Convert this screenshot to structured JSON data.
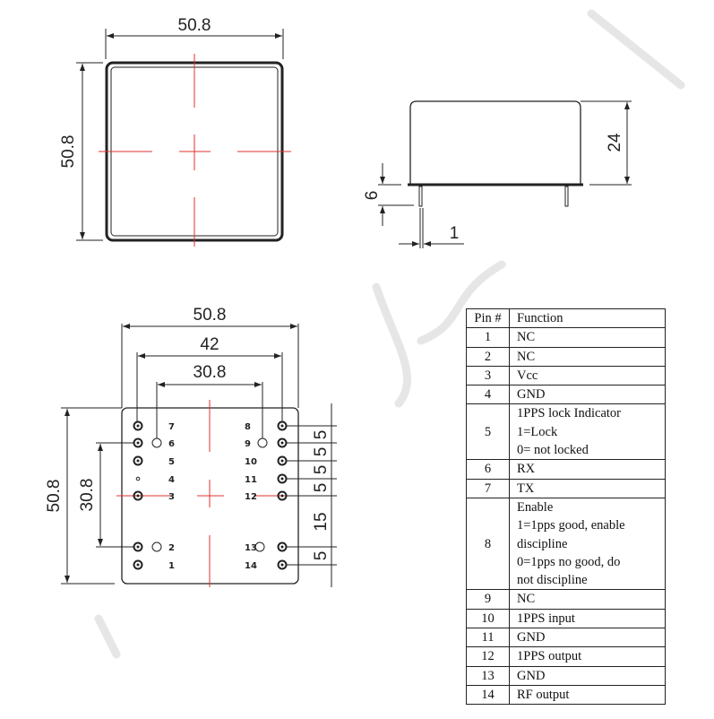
{
  "top_view": {
    "width_label": "50.8",
    "height_label": "50.8"
  },
  "side_view": {
    "height_label": "24",
    "pin_length_label": "6",
    "pin_diameter_label": "1"
  },
  "bottom_view": {
    "width_label": "50.8",
    "pin_row_label": "42",
    "inner_label": "30.8",
    "height_label": "50.8",
    "inner_height_label": "30.8",
    "spacing_labels": [
      "5",
      "5",
      "5",
      "5",
      "15",
      "5"
    ],
    "left_pins": [
      "7",
      "6",
      "5",
      "4",
      "3",
      "2",
      "1"
    ],
    "right_pins": [
      "8",
      "9",
      "10",
      "11",
      "12",
      "13",
      "14"
    ]
  },
  "pin_table": {
    "headers": [
      "Pin #",
      "Function"
    ],
    "rows": [
      {
        "pin": "1",
        "function": [
          "NC"
        ]
      },
      {
        "pin": "2",
        "function": [
          "NC"
        ]
      },
      {
        "pin": "3",
        "function": [
          "Vcc"
        ]
      },
      {
        "pin": "4",
        "function": [
          "GND"
        ]
      },
      {
        "pin": "5",
        "function": [
          "1PPS lock Indicator",
          "1=Lock",
          "0= not locked"
        ]
      },
      {
        "pin": "6",
        "function": [
          "RX"
        ]
      },
      {
        "pin": "7",
        "function": [
          "TX"
        ]
      },
      {
        "pin": "8",
        "function": [
          "Enable",
          "1=1pps good, enable",
          "discipline",
          "0=1pps no good, do",
          "not discipline"
        ]
      },
      {
        "pin": "9",
        "function": [
          "NC"
        ]
      },
      {
        "pin": "10",
        "function": [
          "1PPS input"
        ]
      },
      {
        "pin": "11",
        "function": [
          "GND"
        ]
      },
      {
        "pin": "12",
        "function": [
          "1PPS output"
        ]
      },
      {
        "pin": "13",
        "function": [
          "GND"
        ]
      },
      {
        "pin": "14",
        "function": [
          "RF output"
        ]
      }
    ]
  }
}
